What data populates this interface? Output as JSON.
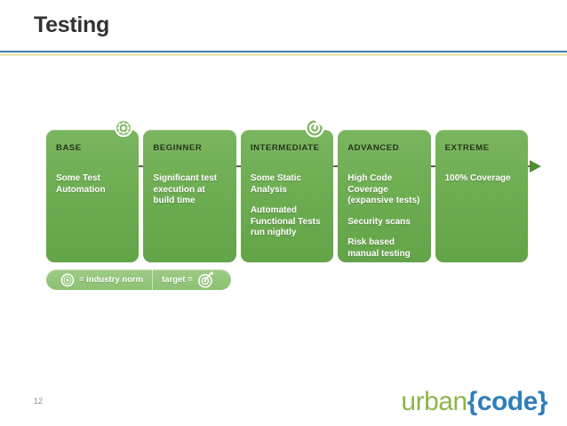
{
  "slide": {
    "title": "Testing",
    "page_number": "12"
  },
  "theme": {
    "rule_blue": "#3C78B4",
    "rule_cream": "#EDE8B5",
    "block_green": "#6EAD52",
    "legend_green": "#8CC173",
    "header_text": "#203314",
    "body_text": "#FFFFFF",
    "logo_green": "#8FB448",
    "logo_blue": "#2E7EB8"
  },
  "diagram": {
    "axis_arrow_icon": "arrow-right-icon",
    "markers": [
      {
        "icon": "gear-icon",
        "meaning": "industry norm",
        "above_stage": "BASE"
      },
      {
        "icon": "target-icon",
        "meaning": "target",
        "above_stage": "INTERMEDIATE"
      }
    ],
    "stages": [
      {
        "header": "BASE",
        "lines": [
          "Some Test\nAutomation"
        ]
      },
      {
        "header": "BEGINNER",
        "lines": [
          "Significant test\nexecution at\nbuild time"
        ]
      },
      {
        "header": "INTERMEDIATE",
        "lines": [
          "Some Static\nAnalysis",
          "Automated\nFunctional Tests\nrun nightly"
        ]
      },
      {
        "header": "ADVANCED",
        "lines": [
          "High Code\nCoverage\n(expansive tests)",
          "Security scans",
          "Risk based\nmanual testing"
        ]
      },
      {
        "header": "EXTREME",
        "lines": [
          "100% Coverage"
        ]
      }
    ]
  },
  "legend": {
    "industry_norm_icon": "gear-icon",
    "industry_norm_label": "= industry norm",
    "target_label": "target =",
    "target_icon": "target-icon"
  },
  "brand": {
    "word_1": "urban",
    "word_2": "{code}"
  }
}
